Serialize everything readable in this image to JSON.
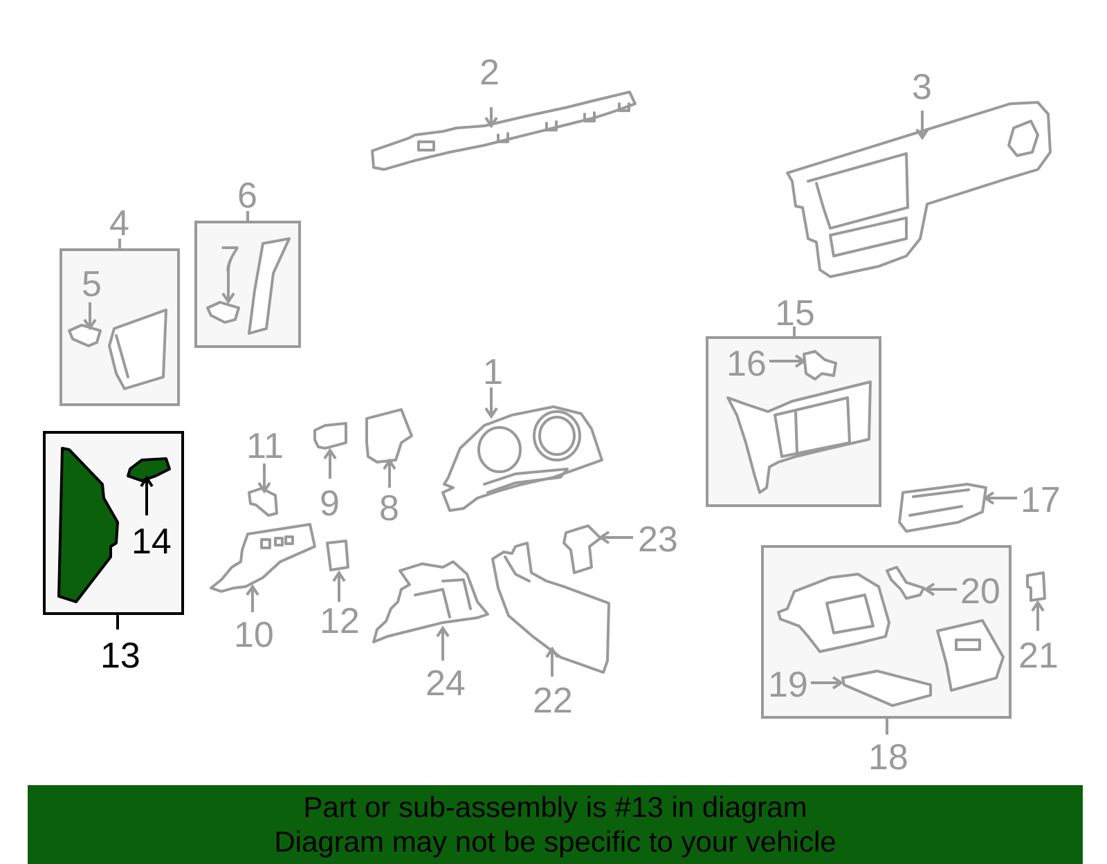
{
  "diagram": {
    "callouts": {
      "c1": "1",
      "c2": "2",
      "c3": "3",
      "c4": "4",
      "c5": "5",
      "c6": "6",
      "c7": "7",
      "c8": "8",
      "c9": "9",
      "c10": "10",
      "c11": "11",
      "c12": "12",
      "c13": "13",
      "c14": "14",
      "c15": "15",
      "c16": "16",
      "c17": "17",
      "c18": "18",
      "c19": "19",
      "c20": "20",
      "c21": "21",
      "c22": "22",
      "c23": "23",
      "c24": "24"
    },
    "highlighted_part": "13",
    "colors": {
      "highlight": "#0b610b",
      "outline": "#9a9a9a",
      "box_fill": "#f7f7f7"
    }
  },
  "banner": {
    "line1": "Part or sub-assembly is #13 in diagram",
    "line2": "Diagram may not be specific to your vehicle"
  }
}
